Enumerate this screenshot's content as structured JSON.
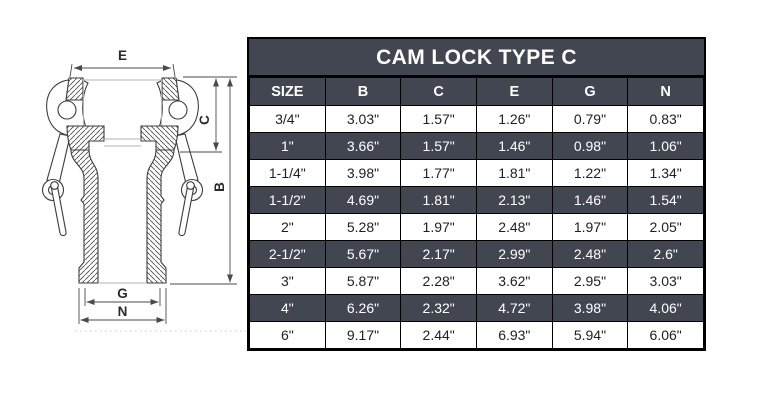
{
  "table": {
    "title": "CAM LOCK TYPE C",
    "columns": [
      "SIZE",
      "B",
      "C",
      "E",
      "G",
      "N"
    ],
    "rows": [
      [
        "3/4\"",
        "3.03\"",
        "1.57\"",
        "1.26\"",
        "0.79\"",
        "0.83\""
      ],
      [
        "1\"",
        "3.66\"",
        "1.57\"",
        "1.46\"",
        "0.98\"",
        "1.06\""
      ],
      [
        "1-1/4\"",
        "3.98\"",
        "1.77\"",
        "1.81\"",
        "1.22\"",
        "1.34\""
      ],
      [
        "1-1/2\"",
        "4.69\"",
        "1.81\"",
        "2.13\"",
        "1.46\"",
        "1.54\""
      ],
      [
        "2\"",
        "5.28\"",
        "1.97\"",
        "2.48\"",
        "1.97\"",
        "2.05\""
      ],
      [
        "2-1/2\"",
        "5.67\"",
        "2.17\"",
        "2.99\"",
        "2.48\"",
        "2.6\""
      ],
      [
        "3\"",
        "5.87\"",
        "2.28\"",
        "3.62\"",
        "2.95\"",
        "3.03\""
      ],
      [
        "4\"",
        "6.26\"",
        "2.32\"",
        "4.72\"",
        "3.98\"",
        "4.06\""
      ],
      [
        "6\"",
        "9.17\"",
        "2.44\"",
        "6.93\"",
        "5.94\"",
        "6.06\""
      ]
    ]
  },
  "diagram": {
    "labels": {
      "e": "E",
      "c": "C",
      "b": "B",
      "g": "G",
      "n": "N"
    }
  },
  "colors": {
    "header_bg": "#424650",
    "row_dark_bg": "#424650",
    "row_light_bg": "#ffffff",
    "border": "#000000",
    "text_light": "#ffffff",
    "text_dark": "#1f1f1f",
    "drawing_line": "#3c3c3c"
  }
}
